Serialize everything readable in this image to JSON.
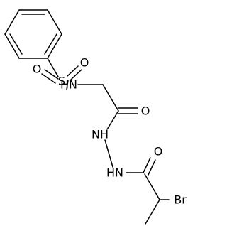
{
  "molecule": {
    "atoms": {
      "sulfonyl_o1": "O",
      "sulfonyl_o2": "O",
      "sulfur": "S",
      "sulfonamide_nh": "HN",
      "carbonyl_o1": "O",
      "hydrazide_nh1": "NH",
      "hydrazide_nh2": "HN",
      "carbonyl_o2": "O",
      "bromine": "Br"
    }
  }
}
